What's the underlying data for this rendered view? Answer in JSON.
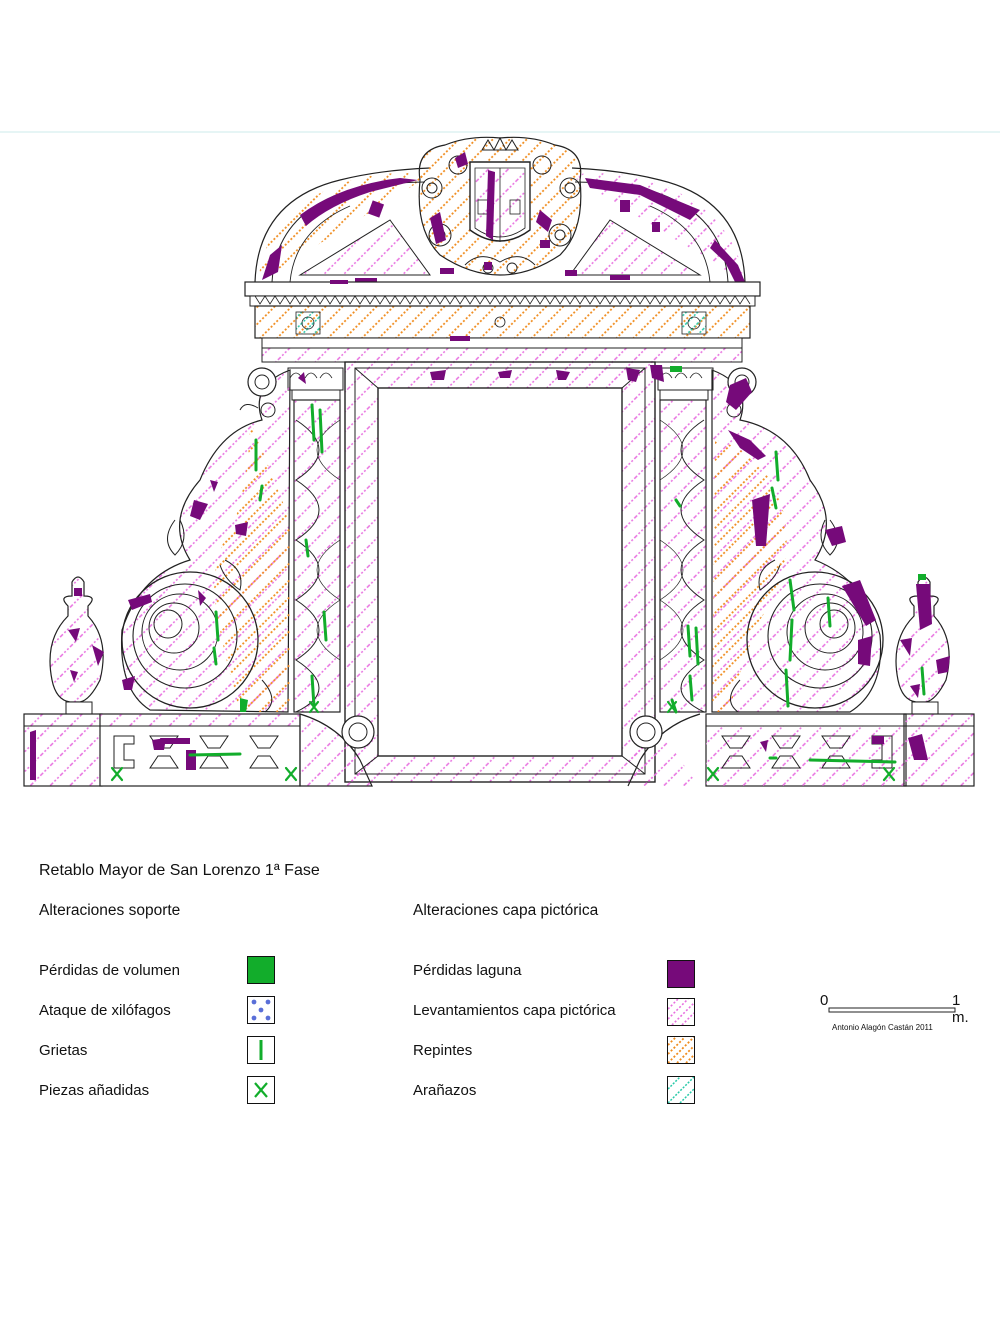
{
  "title": "Retablo Mayor de San Lorenzo 1ª Fase",
  "legend": {
    "support": {
      "heading": "Alteraciones soporte",
      "items": [
        {
          "label": "Pérdidas de volumen",
          "icon": "solid-green-swatch"
        },
        {
          "label": "Ataque de xilófagos",
          "icon": "blue-dots-swatch"
        },
        {
          "label": "Grietas",
          "icon": "green-line-swatch"
        },
        {
          "label": "Piezas añadidas",
          "icon": "green-x-swatch"
        }
      ]
    },
    "paint": {
      "heading": "Alteraciones capa pictórica",
      "items": [
        {
          "label": "Pérdidas laguna",
          "icon": "solid-purple-swatch"
        },
        {
          "label": "Levantamientos capa pictórica",
          "icon": "pink-hatch-swatch"
        },
        {
          "label": "Repintes",
          "icon": "orange-hatch-swatch"
        },
        {
          "label": "Arañazos",
          "icon": "cyan-hatch-swatch"
        }
      ]
    }
  },
  "scale": {
    "start": "0",
    "end": "1 m."
  },
  "credit": "Antonio Alagón Castán  2011",
  "colors": {
    "loss_purple": "#760a7a",
    "crack_green": "#12ad2b",
    "repaint_orange": "#f08c1e",
    "lifting_pink": "#e870e0",
    "xylophage_blue": "#5a6fd8",
    "scratch_cyan": "#28c9a8",
    "line": "#222222"
  }
}
